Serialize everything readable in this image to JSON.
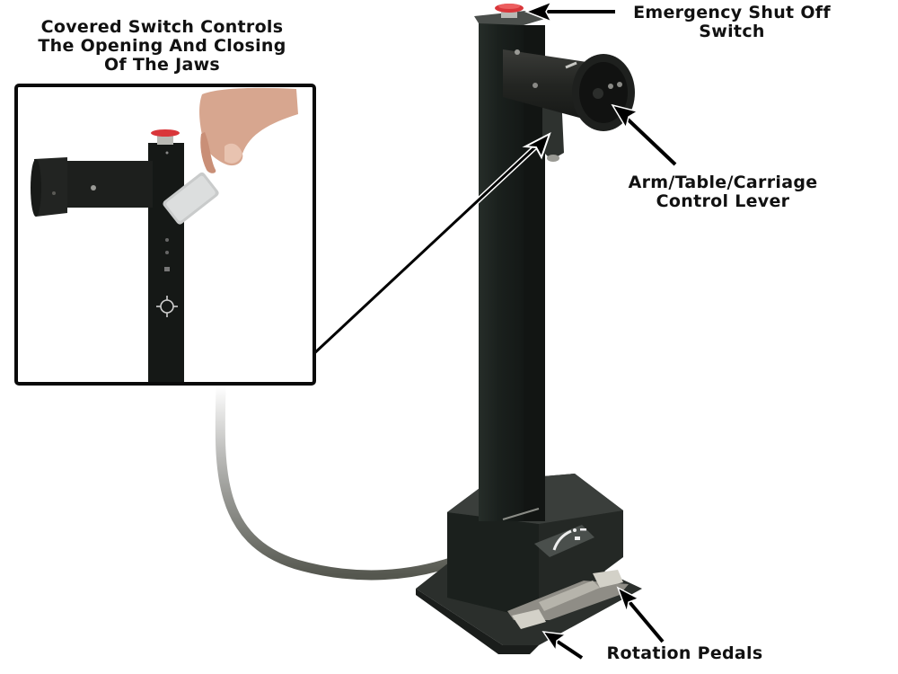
{
  "diagram": {
    "subject": "Control pedestal with jaw switch, emergency stop, control lever and rotation pedals",
    "background_color": "#ffffff",
    "callouts": [
      {
        "id": "covered-switch",
        "lines": [
          "Covered Switch Controls",
          "The Opening And Closing",
          "Of The Jaws"
        ],
        "points_to": "covered switch on pedestal column (shown in inset)"
      },
      {
        "id": "emergency-shut-off",
        "lines": [
          "Emergency Shut Off",
          "Switch"
        ],
        "points_to": "red mushroom button on top of column"
      },
      {
        "id": "control-lever",
        "lines": [
          "Arm/Table/Carriage",
          "Control Lever"
        ],
        "points_to": "end of cylindrical control handle"
      },
      {
        "id": "rotation-pedals",
        "lines": [
          "Rotation Pedals"
        ],
        "points_to": "two foot pedals on base"
      }
    ],
    "inset": {
      "description": "Close-up of hand lifting silver cover on column switch",
      "border_color": "#0a0a0a"
    },
    "colors": {
      "column": "#1c231f",
      "column_highlight": "#2e3631",
      "estop_red": "#d9363a",
      "pedal": "#c9c7bd",
      "cable": "#5b5d5a",
      "text": "#111111"
    }
  }
}
